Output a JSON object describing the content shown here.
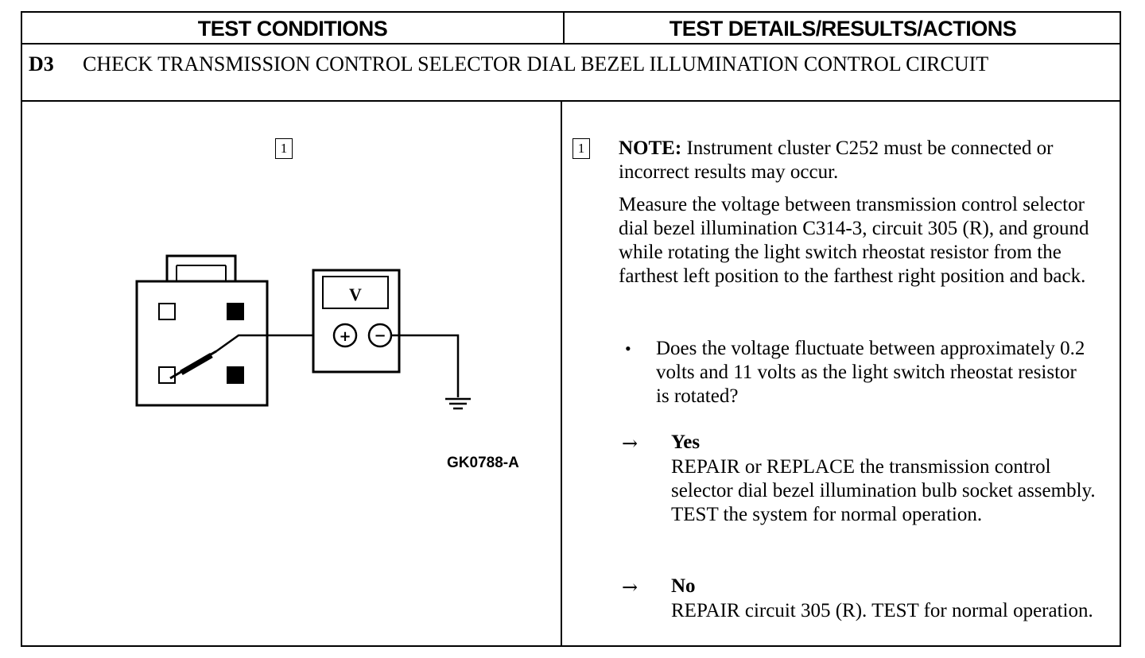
{
  "header": {
    "left": "TEST CONDITIONS",
    "right": "TEST DETAILS/RESULTS/ACTIONS"
  },
  "step": {
    "id": "D3",
    "title": "CHECK TRANSMISSION CONTROL SELECTOR DIAL BEZEL ILLUMINATION CONTROL CIRCUIT"
  },
  "figure": {
    "step_marker": "1",
    "meter_label": "V",
    "plus_symbol": "+",
    "minus_symbol": "−",
    "figure_id": "GK0788-A"
  },
  "details": {
    "step_marker": "1",
    "note_label": "NOTE:",
    "note_text": " Instrument cluster C252 must be connected or incorrect results may occur.",
    "instruction": "Measure the voltage between transmission control selector dial bezel illumination C314-3, circuit 305 (R), and ground while rotating the light switch rheostat resistor from the farthest left position to the farthest right position and back.",
    "bullet": "•",
    "question": "Does the voltage fluctuate between approximately 0.2 volts and 11 volts as the light switch rheostat resistor is rotated?",
    "arrow": "→",
    "yes_label": "Yes",
    "yes_action": "REPAIR or REPLACE the transmission control selector dial bezel illumination bulb socket assembly. TEST the system for normal operation.",
    "no_label": "No",
    "no_action": "REPAIR circuit 305 (R). TEST for normal operation."
  }
}
